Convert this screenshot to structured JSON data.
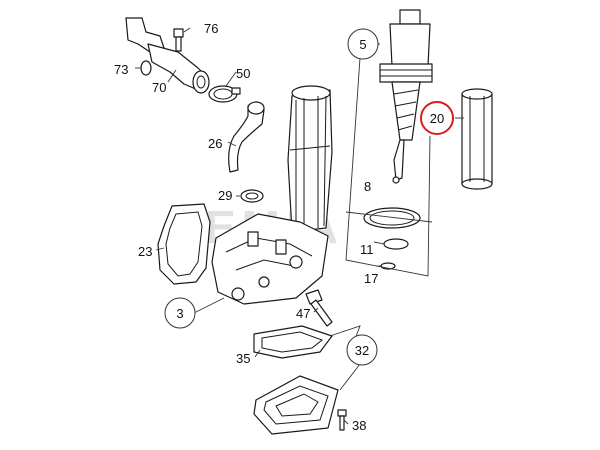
{
  "labels": {
    "p76": "76",
    "p73": "73",
    "p70": "70",
    "p50": "50",
    "p26": "26",
    "p29": "29",
    "p23": "23",
    "p3": "3",
    "p5": "5",
    "p20": "20",
    "p8": "8",
    "p11": "11",
    "p17": "17",
    "p47": "47",
    "p32": "32",
    "p35": "35",
    "p38": "38"
  },
  "watermark": "EMIA",
  "colors": {
    "highlight": "#d81e1e",
    "line": "#1a1a1a"
  }
}
